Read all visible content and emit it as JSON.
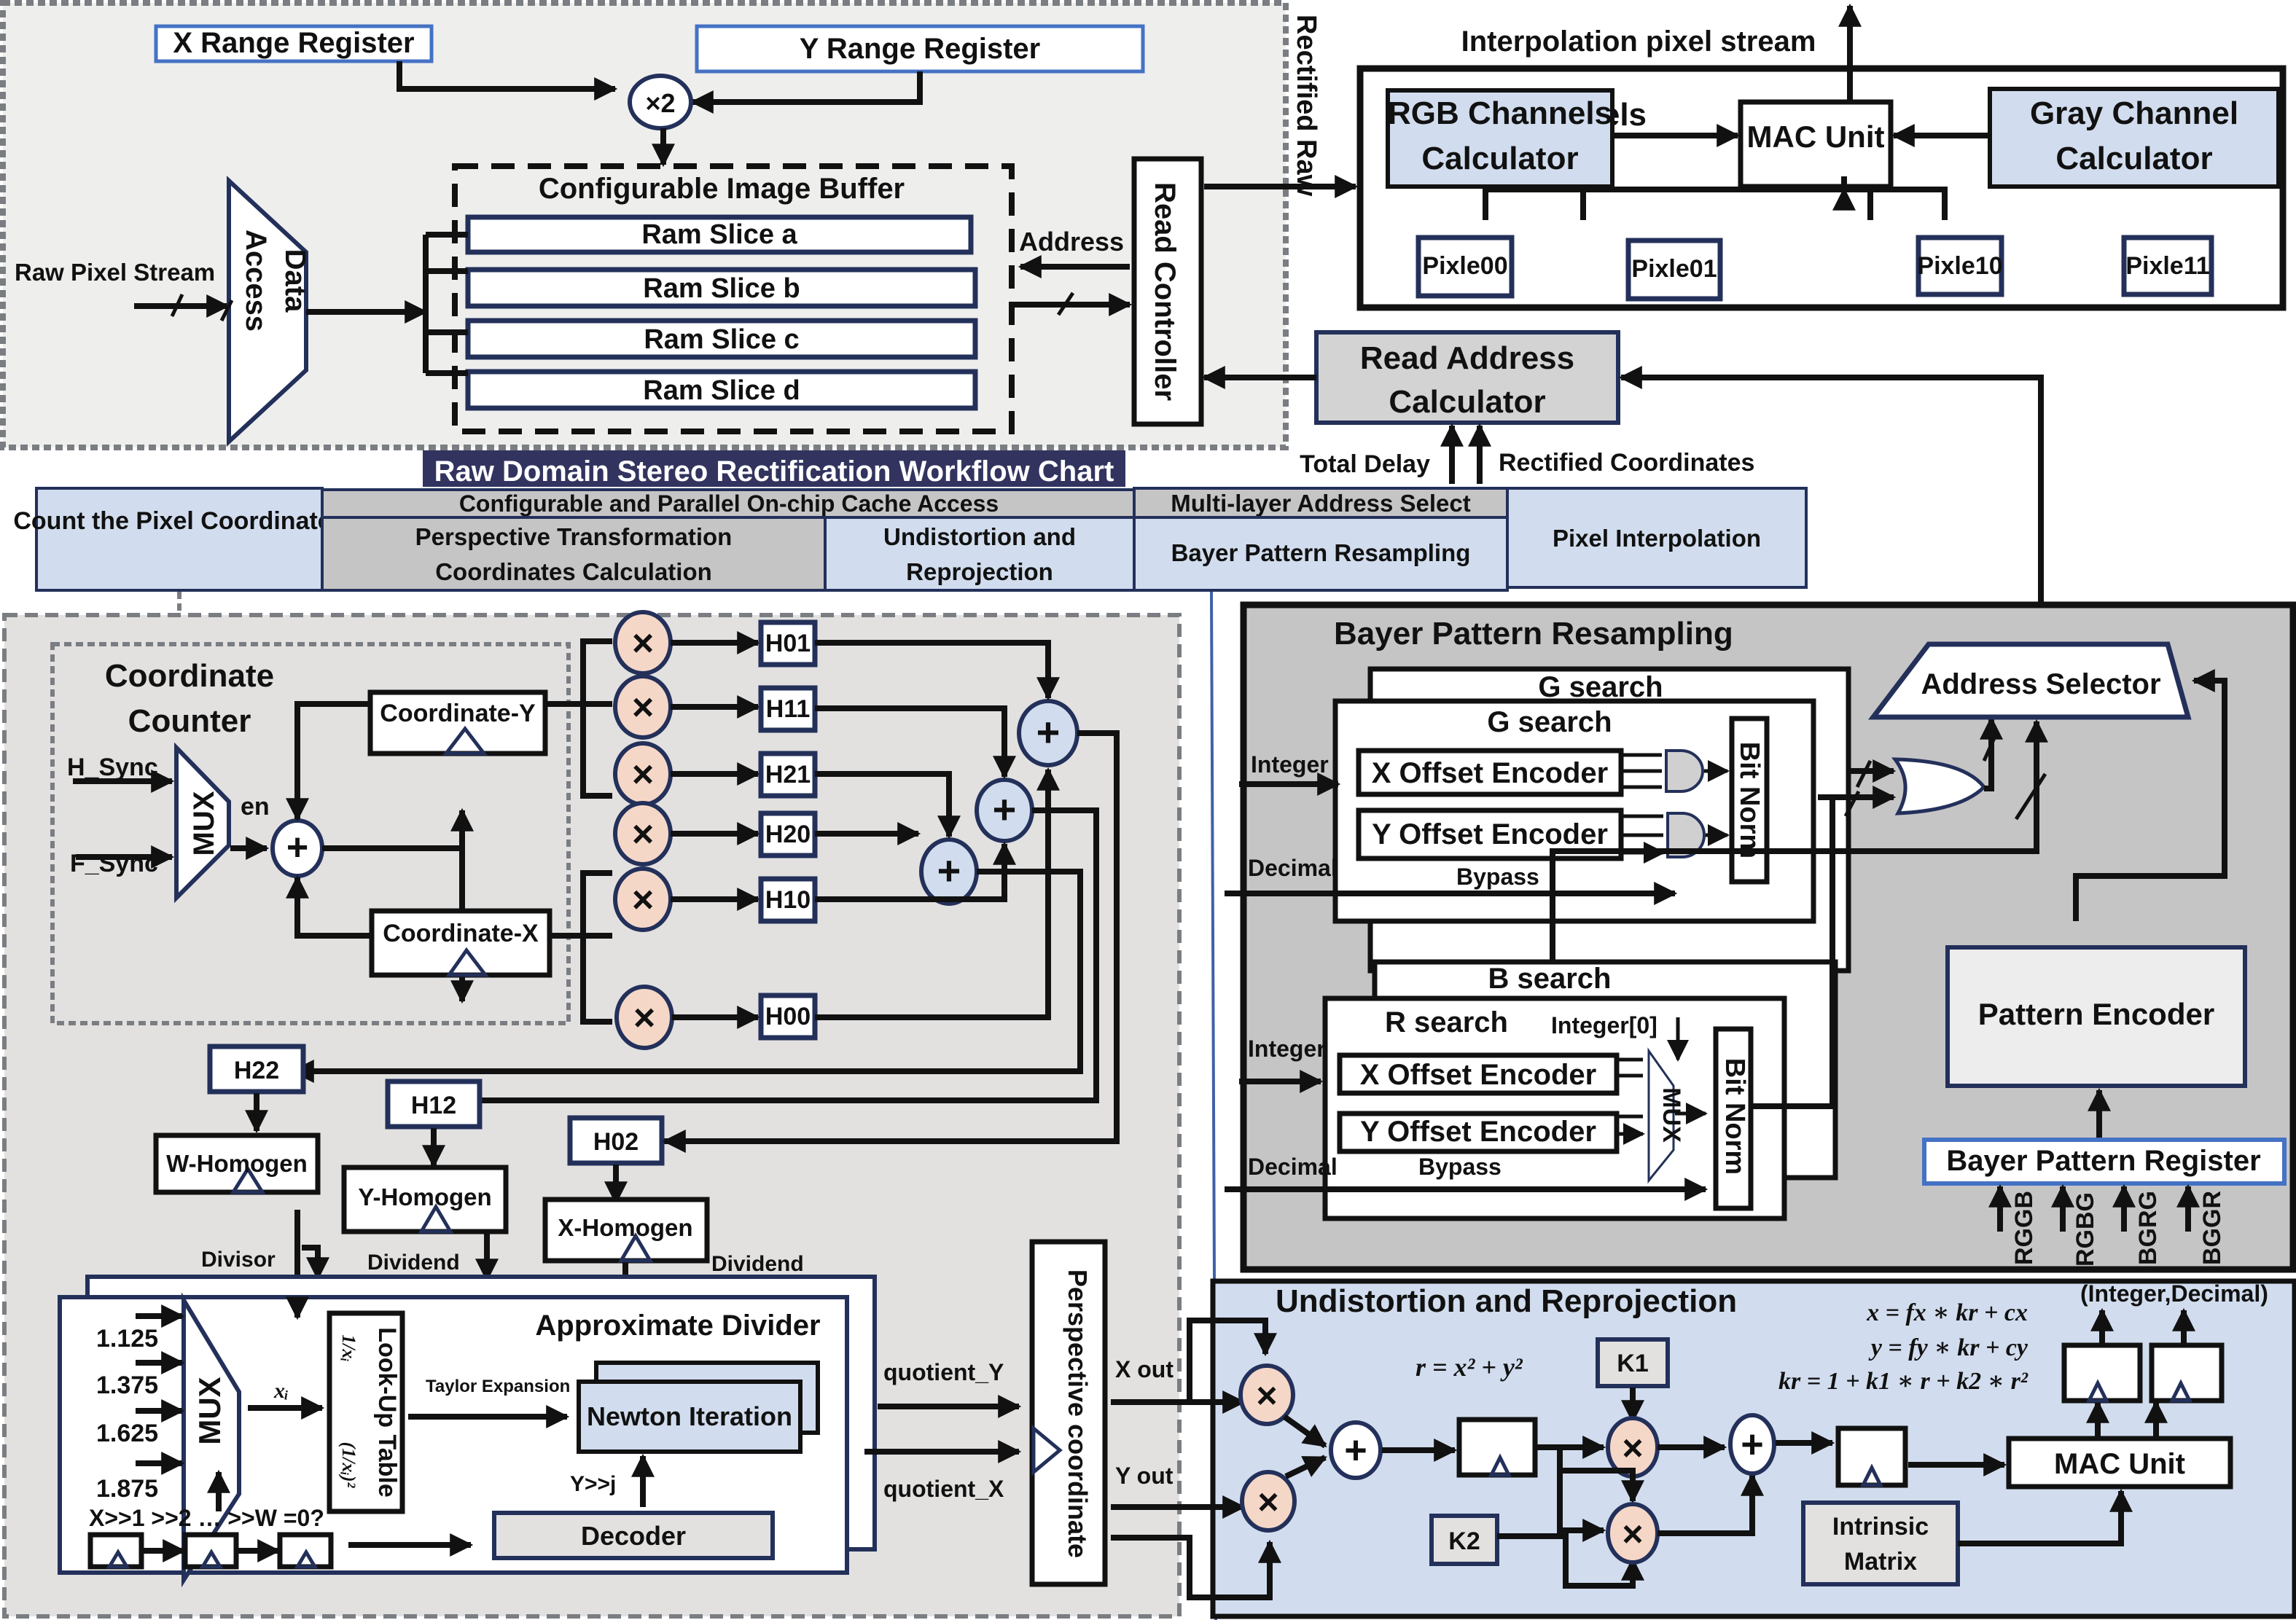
{
  "title": "Raw Domain Stereo Rectification Workflow Chart",
  "colors": {
    "title_bar": "#32345f",
    "light_blue": "#d1ddee",
    "gray_stage": "#c6c5c6",
    "panel_gray": "#e2e1e0",
    "panel_light": "#eeeeed",
    "bayer_panel": "#c6c5c6",
    "multiplier_fill": "#f5d7c8",
    "adder_fill": "#d1ddee",
    "register_border": "#4472c4",
    "navy_outline": "#23305a"
  },
  "workflow": {
    "count_pixel": "Count the Pixel Coordinates",
    "cache_access": "Configurable and Parallel On-chip Cache Access",
    "perspective": [
      "Perspective Transformation",
      "Coordinates Calculation"
    ],
    "undistortion": [
      "Undistortion and",
      "Reprojection"
    ],
    "multi_layer": "Multi-layer Address Select",
    "bayer": "Bayer Pattern Resampling",
    "interp": "Pixel Interpolation"
  },
  "cache": {
    "x_range": "X Range Register",
    "y_range": "Y Range Register",
    "mult2": "×2",
    "buffer_title": "Configurable Image Buffer",
    "slices": [
      "Ram Slice a",
      "Ram Slice b",
      "Ram Slice c",
      "Ram Slice d"
    ],
    "raw_stream": "Raw Pixel Stream",
    "data_access": [
      "Data",
      "Access"
    ],
    "address": "Address",
    "read_controller": "Read Controller",
    "rectified_raw": "Rectified Raw"
  },
  "interp": {
    "output_label": "Interpolation pixel stream",
    "rgb": [
      "RGB Channels",
      "Calculator"
    ],
    "mac": "MAC Unit",
    "gray": [
      "Gray Channel",
      "Calculator"
    ],
    "pixels": [
      "Pixle00",
      "Pixle01",
      "Pixle10",
      "Pixle11"
    ]
  },
  "read_addr": {
    "title": [
      "Read Address",
      "Calculator"
    ],
    "total_delay": "Total Delay",
    "rectified_coords": "Rectified Coordinates"
  },
  "coord_counter": {
    "title": [
      "Coordinate",
      "Counter"
    ],
    "h_sync": "H_Sync",
    "f_sync": "F_Sync",
    "mux": "MUX",
    "en": "en",
    "coord_y": "Coordinate-Y",
    "coord_x": "Coordinate-X"
  },
  "perspective": {
    "h_regs": [
      "H01",
      "H11",
      "H21",
      "H20",
      "H10",
      "H00"
    ],
    "h22": "H22",
    "h12": "H12",
    "h02": "H02",
    "w_homogen": "W-Homogen",
    "y_homogen": "Y-Homogen",
    "x_homogen": "X-Homogen",
    "divisor": "Divisor",
    "dividend": "Dividend"
  },
  "divider": {
    "title": "Approximate Divider",
    "mux_inputs": [
      "1.125",
      "1.375",
      "1.625",
      "1.875"
    ],
    "mux": "MUX",
    "xi": "xᵢ",
    "lut": "Look-Up Table",
    "lut_f1": "1/xᵢ",
    "lut_f2": "(1/xᵢ)²",
    "taylor": "Taylor Expansion",
    "newton": "Newton Iteration",
    "y_shift": "Y>>j",
    "shift_label": "X>>1  >>2 … >>W =0?",
    "decoder": "Decoder",
    "quotient_y": "quotient_Y",
    "quotient_x": "quotient_X",
    "perspective_coord": "Perspective coordinate",
    "x_out": "X out",
    "y_out": "Y out"
  },
  "bayer": {
    "title": "Bayer Pattern Resampling",
    "g_search_back": "G search",
    "g_search_front": "G search",
    "b_search": "B search",
    "r_search": "R search",
    "integer": "Integer",
    "decimal": "Decimal",
    "bypass": "Bypass",
    "x_enc": "X Offset Encoder",
    "y_enc": "Y Offset Encoder",
    "bit_norm": "Bit Norm",
    "integer0": "Integer[0]",
    "mux": "MUX",
    "addr_selector": "Address Selector",
    "pattern_encoder": "Pattern Encoder",
    "pattern_register": "Bayer Pattern Register",
    "patterns": [
      "RGGB",
      "RGBG",
      "BGRG",
      "BGGR"
    ]
  },
  "undistort": {
    "title": "Undistortion and Reprojection",
    "eq_r": "r = x² + y²",
    "eq_x": "x = fx ∗ kr + cx",
    "eq_y": "y = fy ∗ kr + cy",
    "eq_kr": "kr = 1 + k1 ∗ r + k2 ∗ r²",
    "k1": "K1",
    "k2": "K2",
    "intrinsic": [
      "Intrinsic",
      "Matrix"
    ],
    "mac": "MAC Unit",
    "int_dec": "(Integer,Decimal)"
  }
}
